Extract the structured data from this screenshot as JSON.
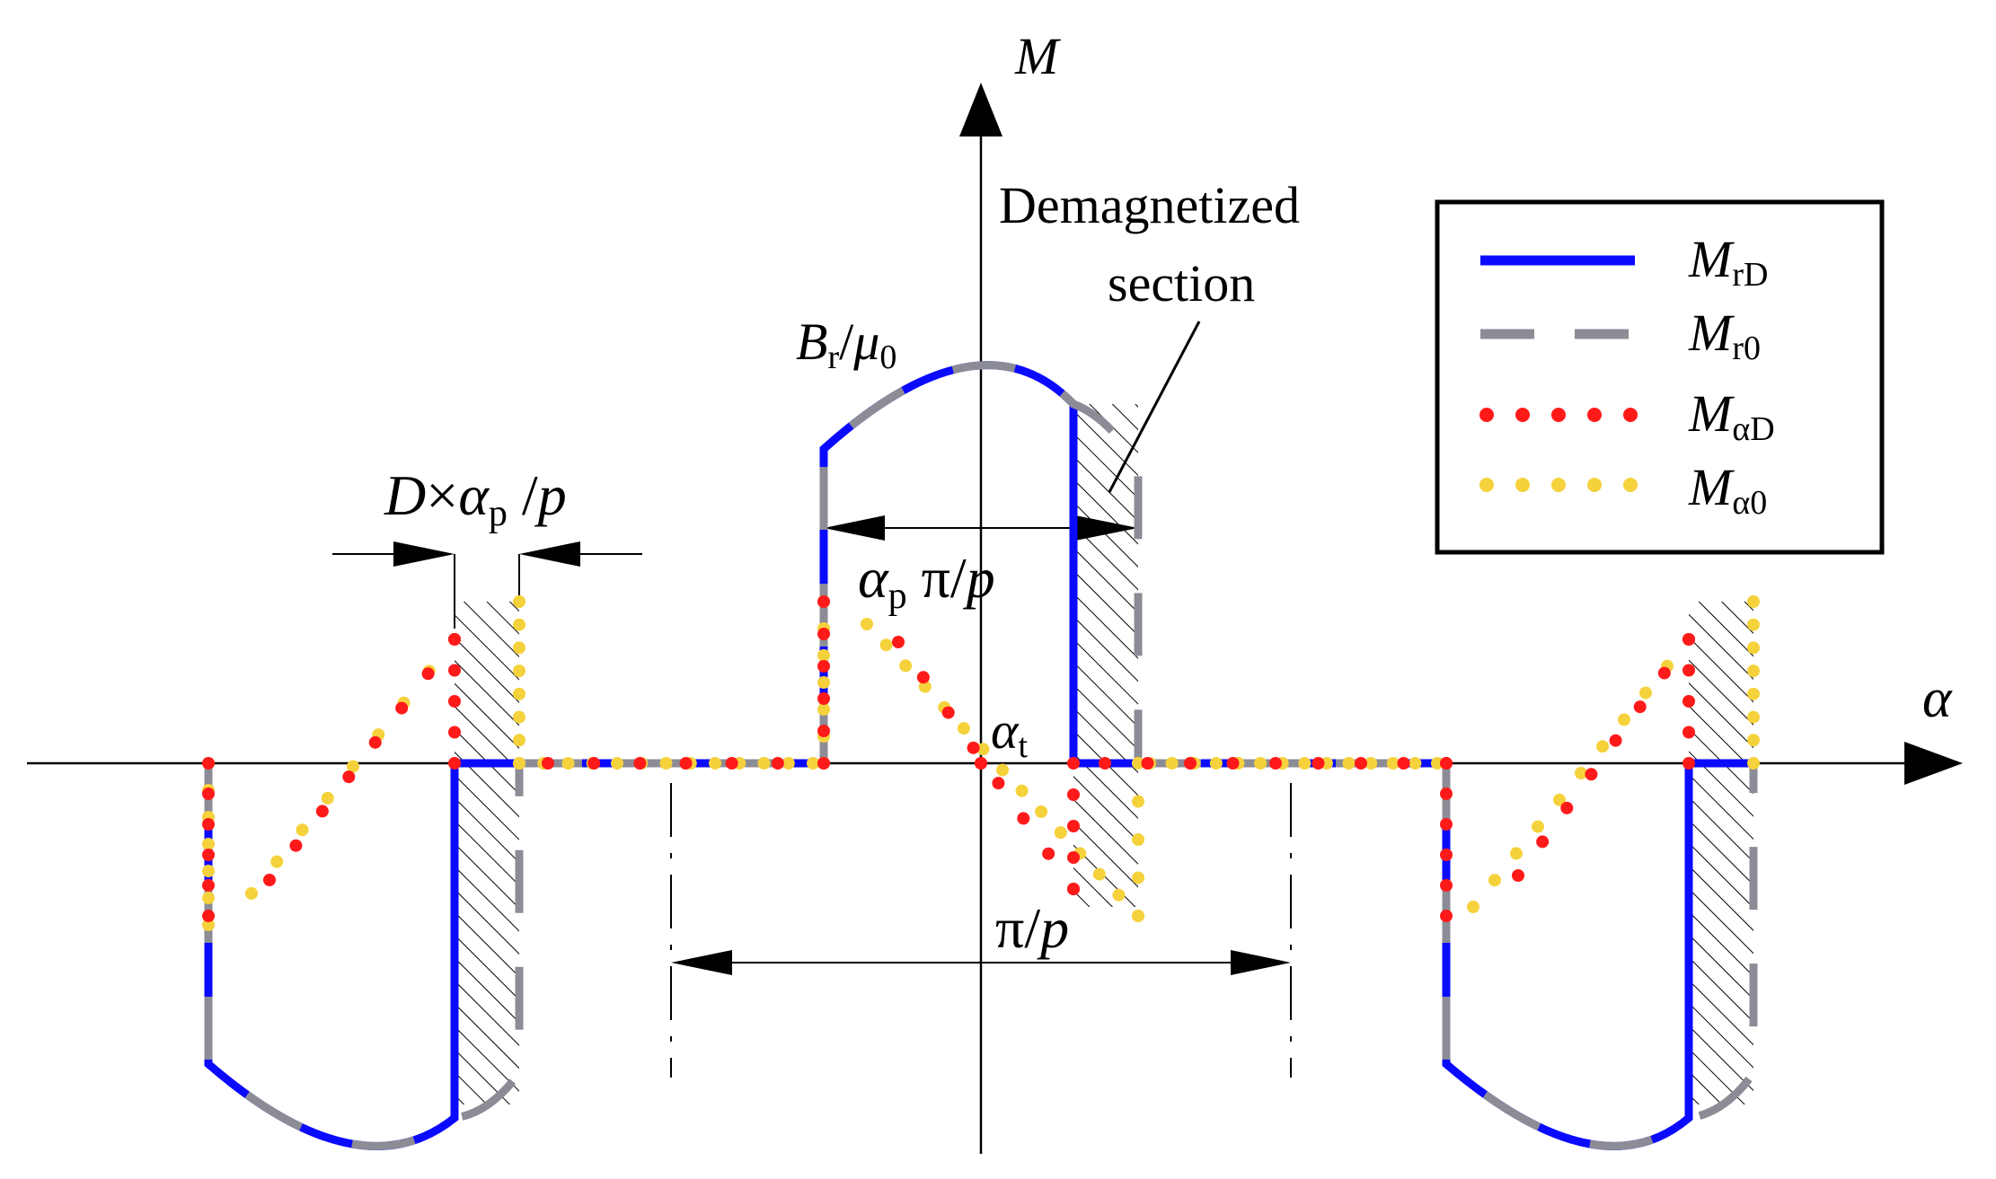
{
  "colors": {
    "blue": "#0a0aff",
    "gray": "#8c8c96",
    "red": "#ff1a1a",
    "yellow": "#f5d23c",
    "black": "#000000"
  },
  "labels": {
    "axis_M": "M",
    "axis_alpha": "α",
    "demag_line1": "Demagnetized",
    "demag_line2": "section",
    "br_main": "B",
    "br_sub": "r",
    "br_slash": "/",
    "br_mu": "μ",
    "br_mu_sub": "0",
    "d_D": "D",
    "d_times": "×",
    "d_alpha": "α",
    "d_alpha_sub": "p",
    "d_slash": " /",
    "d_p": "p",
    "ap_alpha": "α",
    "ap_sub": "p",
    "ap_pi": " π/",
    "ap_p": "p",
    "at_alpha": "α",
    "at_sub": "t",
    "pi_over_p_pi": "π/",
    "pi_over_p_p": "p"
  },
  "legend": [
    {
      "main": "M",
      "sub": "rD",
      "style": "solid-blue"
    },
    {
      "main": "M",
      "sub": "r0",
      "style": "dashed-gray"
    },
    {
      "main": "M",
      "sub": "αD",
      "style": "dotted-red"
    },
    {
      "main": "M",
      "sub": "α0",
      "style": "dotted-yellow"
    }
  ]
}
